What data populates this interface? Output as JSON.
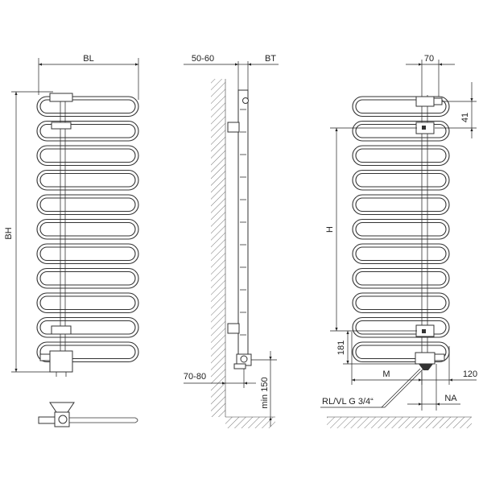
{
  "labels": {
    "bl": "BL",
    "bh": "BH",
    "wall_gap": "50-60",
    "bt": "BT",
    "valve_offset": "70-80",
    "min_height": "min 150",
    "width_70": "70",
    "height_41": "41",
    "h": "H",
    "height_181": "181",
    "m": "M",
    "right_120": "120",
    "connection": "RL/VL G 3/4“",
    "na": "NA"
  }
}
